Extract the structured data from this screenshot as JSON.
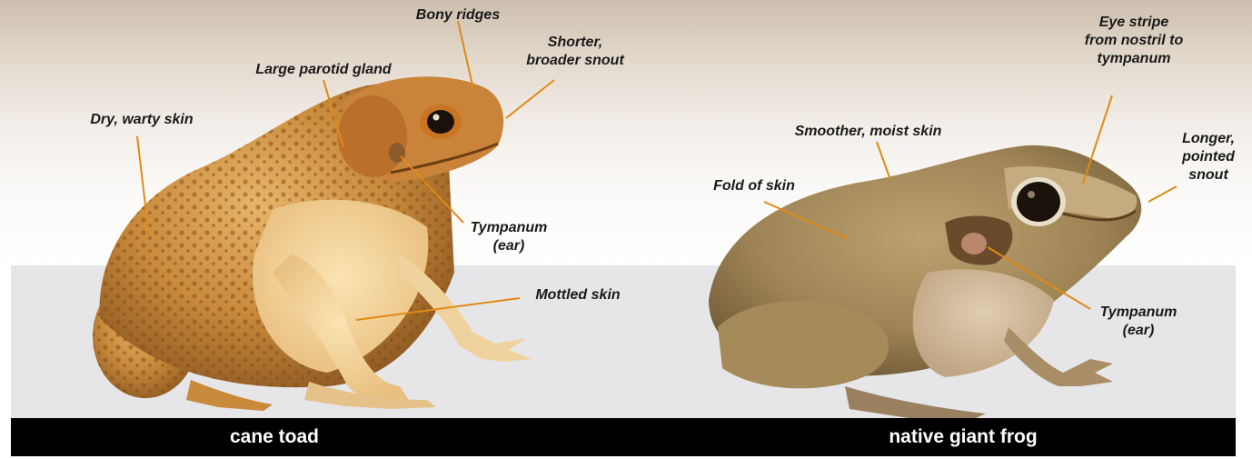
{
  "animals": {
    "cane_toad": {
      "name": "cane toad",
      "callouts": {
        "bony_ridges": "Bony ridges",
        "snout": [
          "Shorter,",
          "broader snout"
        ],
        "parotid": "Large parotid gland",
        "skin_dry": "Dry, warty skin",
        "tympanum": [
          "Tympanum",
          "(ear)"
        ],
        "mottled": "Mottled skin"
      }
    },
    "native_giant_frog": {
      "name": "native giant frog",
      "callouts": {
        "eye_stripe": [
          "Eye stripe",
          "from nostril to",
          "tympanum"
        ],
        "smoother": "Smoother, moist skin",
        "snout": [
          "Longer,",
          "pointed",
          "snout"
        ],
        "fold": "Fold of skin",
        "tympanum": [
          "Tympanum",
          "(ear)"
        ]
      }
    }
  },
  "colors": {
    "leader_line": "#e08a16",
    "caption_bar": "#000000",
    "caption_text": "#ffffff",
    "backdrop": "#e6e6e8"
  }
}
